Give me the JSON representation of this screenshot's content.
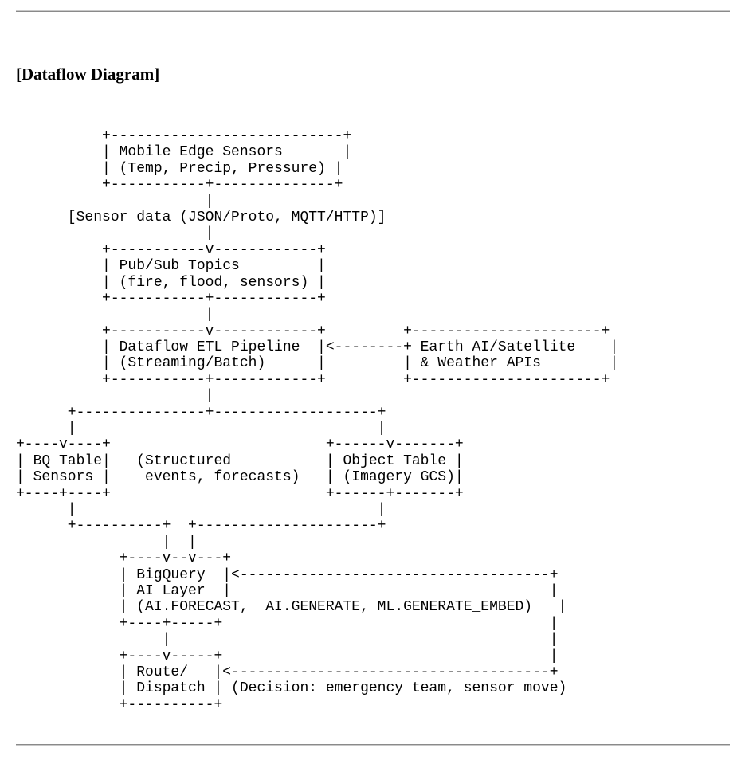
{
  "document": {
    "heading": "[Dataflow Diagram]",
    "diagram_lines": [
      "          +---------------------------+",
      "          | Mobile Edge Sensors       |",
      "          | (Temp, Precip, Pressure) |",
      "          +-----------+--------------+",
      "                      |",
      "      [Sensor data (JSON/Proto, MQTT/HTTP)]",
      "                      |",
      "          +-----------v------------+",
      "          | Pub/Sub Topics         |",
      "          | (fire, flood, sensors) |",
      "          +-----------+------------+",
      "                      |",
      "          +-----------v------------+         +----------------------+",
      "          | Dataflow ETL Pipeline  |<--------+ Earth AI/Satellite    |",
      "          | (Streaming/Batch)      |         | & Weather APIs        |",
      "          +-----------+------------+         +----------------------+",
      "                      |",
      "      +---------------+-------------------+",
      "      |                                   |",
      "+----v----+                         +------v-------+",
      "| BQ Table|   (Structured           | Object Table |",
      "| Sensors |    events, forecasts)   | (Imagery GCS)|",
      "+----+----+                         +------+-------+",
      "      |                                   |",
      "      +----------+  +---------------------+",
      "                 |  |",
      "            +----v--v---+",
      "            | BigQuery  |<------------------------------------+",
      "            | AI Layer  |                                     |",
      "            | (AI.FORECAST,  AI.GENERATE, ML.GENERATE_EMBED)   |",
      "            +----+-----+                                      |",
      "                 |                                            |",
      "            +----v-----+                                      |",
      "            | Route/   |<-------------------------------------+",
      "            | Dispatch | (Decision: emergency team, sensor move)",
      "            +----------+"
    ]
  }
}
